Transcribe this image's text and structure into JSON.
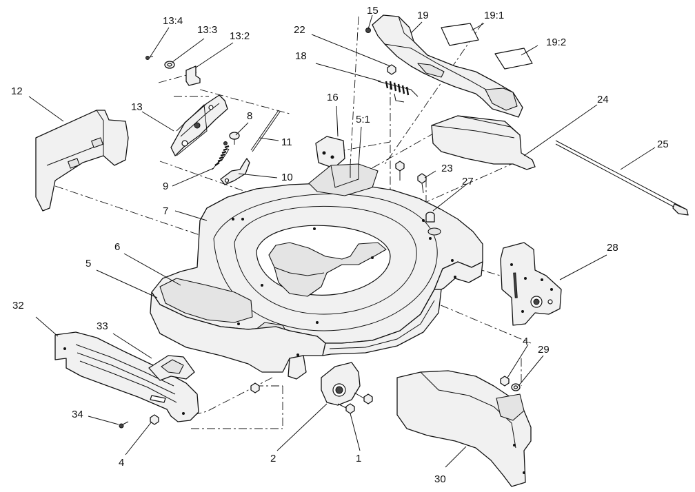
{
  "callouts": {
    "c1": "1",
    "c2": "2",
    "c4a": "4",
    "c4b": "4",
    "c5": "5",
    "c5_1": "5:1",
    "c6": "6",
    "c7": "7",
    "c8": "8",
    "c9": "9",
    "c10": "10",
    "c11": "11",
    "c12": "12",
    "c13": "13",
    "c13_2": "13:2",
    "c13_3": "13:3",
    "c13_4": "13:4",
    "c15": "15",
    "c16": "16",
    "c18": "18",
    "c19": "19",
    "c19_1": "19:1",
    "c19_2": "19:2",
    "c22": "22",
    "c23": "23",
    "c24": "24",
    "c25": "25",
    "c27": "27",
    "c28": "28",
    "c29": "29",
    "c30": "30",
    "c32": "32",
    "c33": "33",
    "c34": "34"
  }
}
